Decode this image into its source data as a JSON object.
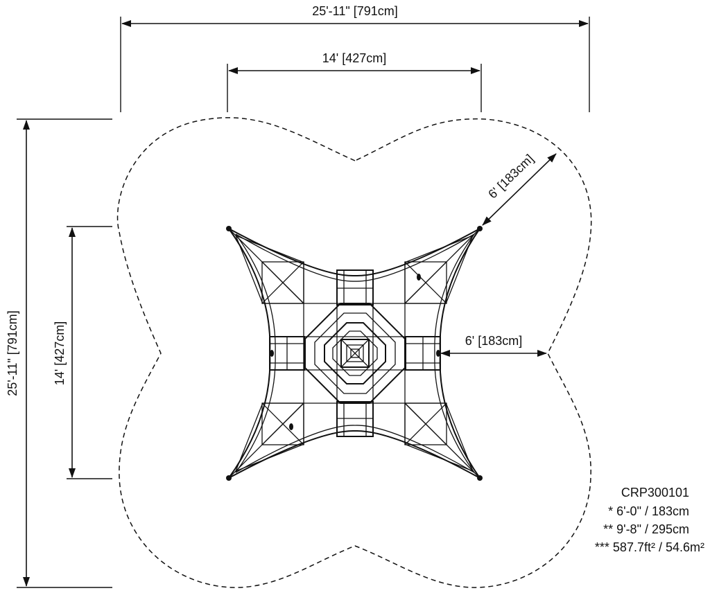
{
  "dimensions": {
    "overall_width": "25'-11\" [791cm]",
    "equipment_width": "14' [427cm]",
    "overall_depth": "25'-11\" [791cm]",
    "equipment_depth": "14' [427cm]",
    "clearance_diagonal": "6' [183cm]",
    "clearance_side": "6' [183cm]"
  },
  "specs": {
    "model": "CRP300101",
    "line1": "* 6'-0\" / 183cm",
    "line2": "** 9'-8\" / 295cm",
    "line3": "*** 587.7ft² / 54.6m²"
  }
}
